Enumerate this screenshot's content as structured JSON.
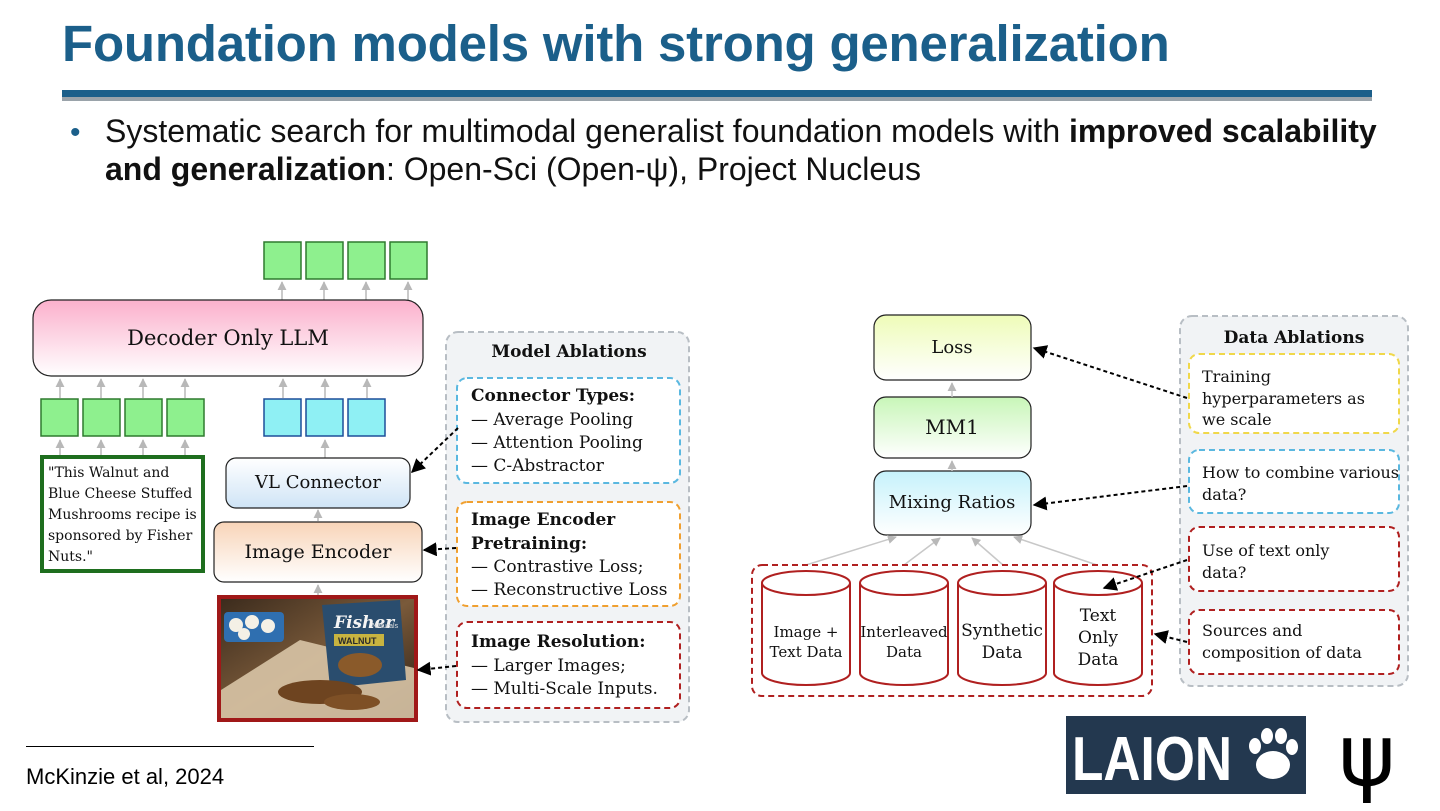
{
  "slide": {
    "title": "Foundation models with strong generalization",
    "bullet_prefix": "Systematic search for multimodal generalist foundation models with ",
    "bullet_bold": "improved scalability and generalization",
    "bullet_suffix": ": Open-Sci (Open-ψ), Project Nucleus",
    "footnote": "McKinzie et  al, 2024"
  },
  "left_diagram": {
    "decoder_label": "Decoder Only LLM",
    "vl_connector_label": "VL Connector",
    "image_encoder_label": "Image Encoder",
    "caption_lines": [
      "\"This Walnut and",
      "Blue Cheese Stuffed",
      "Mushrooms recipe is",
      "sponsored by Fisher",
      "Nuts.\""
    ],
    "photo_brand_text": "Fisher",
    "photo_sub_text": "WALNUT",
    "photo_naturals_text": "Naturals",
    "model_ablations": {
      "title": "Model Ablations",
      "connector": {
        "title": "Connector Types:",
        "items": [
          "— Average Pooling",
          "— Attention Pooling",
          "— C-Abstractor"
        ]
      },
      "encoder": {
        "title_lines": [
          "Image Encoder",
          "Pretraining:"
        ],
        "items": [
          "— Contrastive Loss;",
          "— Reconstructive Loss"
        ]
      },
      "resolution": {
        "title": "Image Resolution:",
        "items": [
          "— Larger Images;",
          "— Multi-Scale Inputs."
        ]
      }
    }
  },
  "right_diagram": {
    "loss_label": "Loss",
    "mm1_label": "MM1",
    "mixing_label": "Mixing Ratios",
    "datasets": [
      {
        "lines": [
          "Image +",
          "Text Data"
        ]
      },
      {
        "lines": [
          "Interleaved",
          "Data"
        ]
      },
      {
        "lines": [
          "Synthetic",
          "Data"
        ]
      },
      {
        "lines": [
          "Text",
          "Only",
          "Data"
        ]
      }
    ],
    "data_ablations": {
      "title": "Data Ablations",
      "boxes": [
        {
          "lines": [
            "Training",
            "hyperparameters as",
            "we scale"
          ]
        },
        {
          "lines": [
            "How to combine various",
            "data?"
          ]
        },
        {
          "lines": [
            "Use of text only",
            "data?"
          ]
        },
        {
          "lines": [
            "Sources and",
            "composition of data"
          ]
        }
      ]
    }
  },
  "logos": {
    "laion_text": "LAION",
    "psi_symbol": "ψ"
  },
  "colors": {
    "title": "#1b5f8a",
    "green_token": "#8ef08e",
    "cyan_token": "#8ff0f4",
    "dashed_blue": "#5ab8e0",
    "dashed_orange": "#f0a030",
    "dashed_red": "#b02020",
    "dashed_yellow": "#f0d84a",
    "laion_bg": "#23384f"
  }
}
